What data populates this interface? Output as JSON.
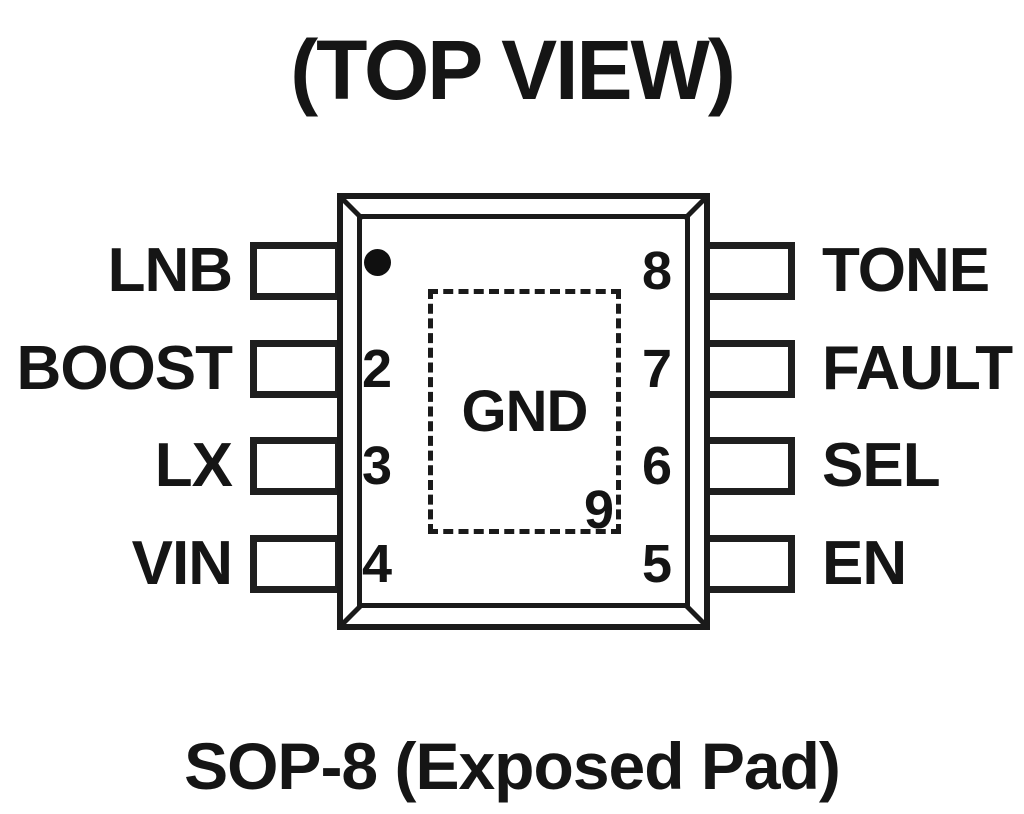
{
  "page": {
    "title": "(TOP VIEW)",
    "caption": "SOP-8 (Exposed Pad)"
  },
  "pad": {
    "label": "GND",
    "pin_number": "9"
  },
  "pins": {
    "left": [
      {
        "number": "1",
        "label": "LNB",
        "number_visible": false,
        "pin1_marker": "dot"
      },
      {
        "number": "2",
        "label": "BOOST",
        "number_visible": true
      },
      {
        "number": "3",
        "label": "LX",
        "number_visible": true
      },
      {
        "number": "4",
        "label": "VIN",
        "number_visible": true
      }
    ],
    "right": [
      {
        "number": "8",
        "label": "TONE",
        "number_visible": true
      },
      {
        "number": "7",
        "label": "FAULT",
        "number_visible": true
      },
      {
        "number": "6",
        "label": "SEL",
        "number_visible": true
      },
      {
        "number": "5",
        "label": "EN",
        "number_visible": true
      }
    ]
  },
  "colors": {
    "line": "#1a1a1a",
    "text": "#141414",
    "background": "#ffffff"
  }
}
